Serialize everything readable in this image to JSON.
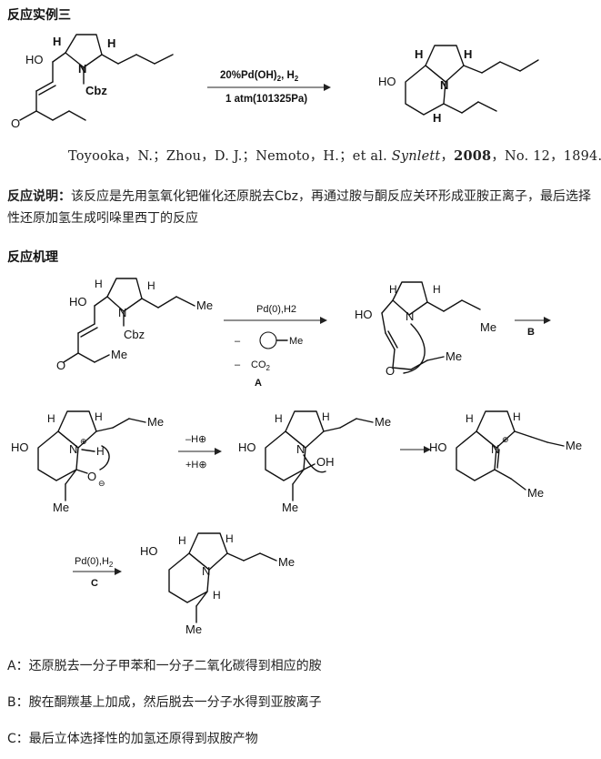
{
  "example_title": "反应实例三",
  "scheme1": {
    "top_label": "20%Pd(OH)2, H2",
    "bottom_label": "1 atm(101325Pa)",
    "reactant_labels": [
      "HO",
      "N",
      "Cbz",
      "O",
      "H",
      "H"
    ],
    "product_labels": [
      "HO",
      "H",
      "N",
      "H",
      "H"
    ]
  },
  "reference": {
    "authors": "Toyooka，N.；Zhou，D. J.；Nemoto，H.；et al.",
    "journal": "Synlett",
    "year": "2008",
    "issue": "，No. 12，1894."
  },
  "explanation": {
    "label": "反应说明：",
    "text": "该反应是先用氢氧化钯催化还原脱去Cbz，再通过胺与酮反应关环形成亚胺正离子，最后选择性还原加氢生成吲哚里西丁的反应"
  },
  "mechanism_title": "反应机理",
  "mechanism": {
    "step_A_top": "Pd(0),H2",
    "step_A_minus1": "–",
    "step_A_minus2": "–",
    "step_A_co2": "CO2",
    "step_A_letter": "A",
    "step_B_letter": "B",
    "proton_out": "–H⊕",
    "proton_in": "+H⊕",
    "step_C_top": "Pd(0),H2",
    "step_C_letter": "C",
    "me_label": "Me",
    "ho_label": "HO",
    "n_label": "N",
    "h_label": "H",
    "o_label": "O",
    "oh_label": "OH",
    "cbz_label": "Cbz"
  },
  "notes": [
    "A：还原脱去一分子甲苯和一分子二氧化碳得到相应的胺",
    "B：胺在酮羰基上加成，然后脱去一分子水得到亚胺离子",
    "C：最后立体选择性的加氢还原得到叔胺产物"
  ]
}
